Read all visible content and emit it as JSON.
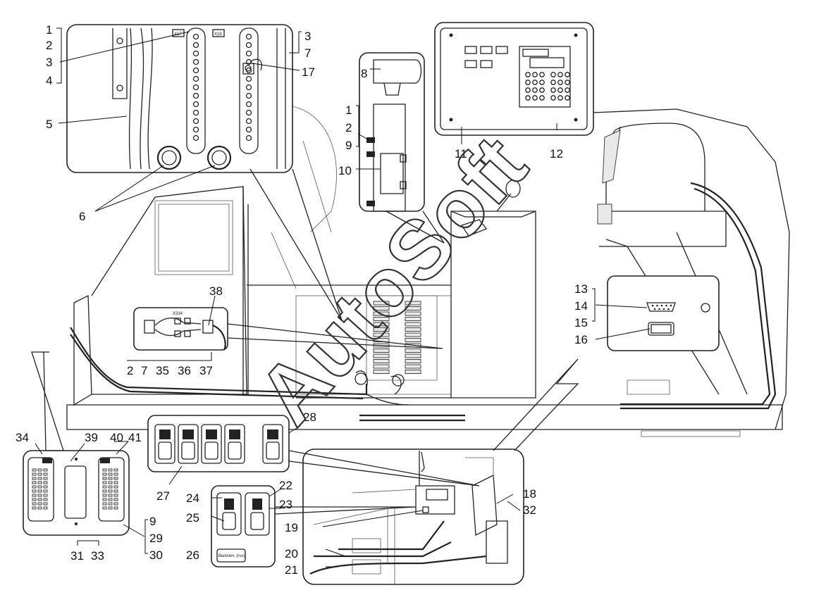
{
  "labels": {
    "l1": "1",
    "l2": "2",
    "l3": "3",
    "l4": "4",
    "l5": "5",
    "l6": "6",
    "l3b": "3",
    "l7": "7",
    "l17": "17",
    "l8": "8",
    "l1b": "1",
    "l2b": "2",
    "l9": "9",
    "l10": "10",
    "l11": "11",
    "l12": "12",
    "l13": "13",
    "l14": "14",
    "l15": "15",
    "l16": "16",
    "l38": "38",
    "l2c": "2",
    "l7b": "7",
    "l35": "35",
    "l36": "36",
    "l37": "37",
    "l28": "28",
    "l27": "27",
    "l34": "34",
    "l39": "39",
    "l40": "40",
    "l41": "41",
    "l9b": "9",
    "l29": "29",
    "l30": "30",
    "l31": "31",
    "l33": "33",
    "l24": "24",
    "l22": "22",
    "l23": "23",
    "l25": "25",
    "l26": "26",
    "l18": "18",
    "l32": "32",
    "l19": "19",
    "l20": "20",
    "l21": "21"
  },
  "panel_text": {
    "x17": "X17",
    "x18": "X18",
    "x334": "X334",
    "switch_26": "Выключ. (rus)"
  },
  "watermark": "AutoSoft"
}
